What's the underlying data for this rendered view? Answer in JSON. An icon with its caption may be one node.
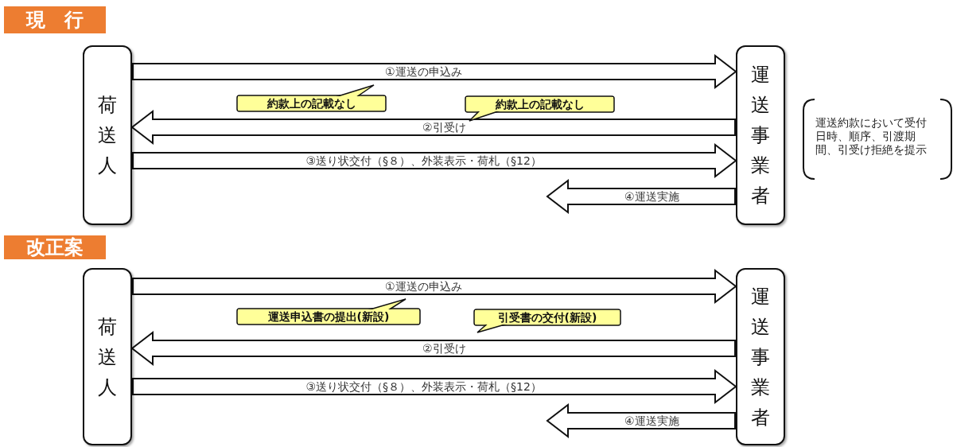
{
  "diagram": {
    "nodes": [
      {
        "text": [
          "現　行"
        ]
      },
      {
        "text": [
          "荷送人"
        ]
      },
      {
        "text": [
          "運送事業者"
        ]
      },
      {
        "text": [
          "改正案"
        ]
      },
      {
        "text": [
          "荷送人"
        ]
      },
      {
        "text": [
          "運送事業者"
        ]
      }
    ],
    "edges": [
      {
        "from": 1,
        "to": 2,
        "arrow": "to",
        "label": "①運送の申込み"
      },
      {
        "from": 2,
        "to": 1,
        "arrow": "to",
        "label": "②引受け"
      },
      {
        "from": 1,
        "to": 2,
        "arrow": "to",
        "label": "③送り状交付（§８）、外装表示・荷札（§12）"
      },
      {
        "from": 2,
        "to": null,
        "arrow": "to",
        "label": "④運送実施"
      },
      {
        "from": 4,
        "to": 5,
        "arrow": "to",
        "label": "①運送の申込み"
      },
      {
        "from": 5,
        "to": 4,
        "arrow": "to",
        "label": "②引受け"
      },
      {
        "from": 4,
        "to": 5,
        "arrow": "to",
        "label": "③送り状交付（§８）、外装表示・荷札（§12）"
      },
      {
        "from": 5,
        "to": null,
        "arrow": "to",
        "label": "④運送実施"
      }
    ],
    "labels": [
      "約款上の記載なし",
      "約款上の記載なし",
      "運送約款において受付日時、順序、引渡期間、引受け拒絶を提示",
      "運送申込書の提出(新設)",
      "引受書の交付(新設)"
    ]
  }
}
